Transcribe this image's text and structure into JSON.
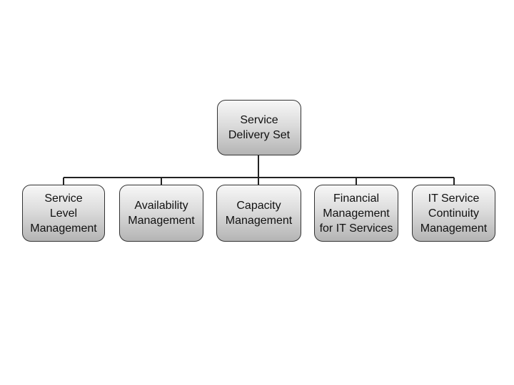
{
  "diagram": {
    "root": {
      "label": "Service\nDelivery Set"
    },
    "children": [
      {
        "label": "Service\nLevel\nManagement"
      },
      {
        "label": "Availability\nManagement"
      },
      {
        "label": "Capacity\nManagement"
      },
      {
        "label": "Financial\nManagement\nfor IT Services"
      },
      {
        "label": "IT Service\nContinuity\nManagement"
      }
    ]
  }
}
